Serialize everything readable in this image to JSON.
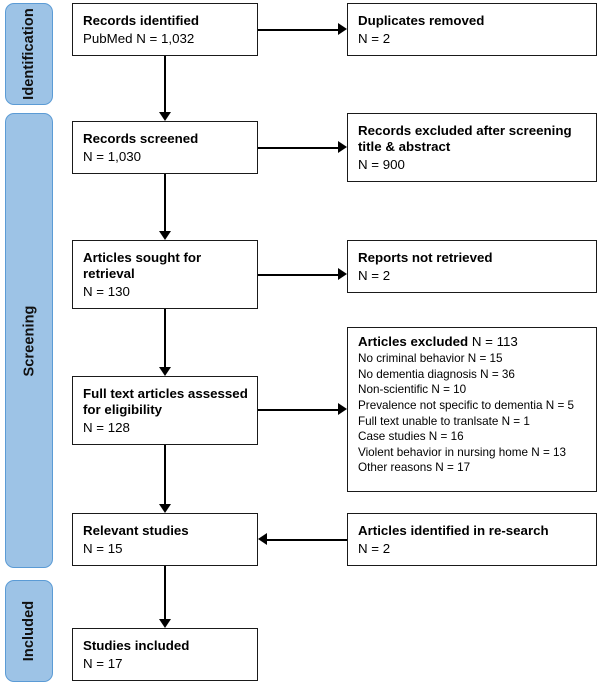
{
  "diagram": {
    "type": "prisma-flow-diagram",
    "accent_color": "#9DC3E6",
    "accent_border_color": "#5B9BD5",
    "line_color": "#000000"
  },
  "stages": [
    {
      "label": "Identification"
    },
    {
      "label": "Screening"
    },
    {
      "label": "Included"
    }
  ],
  "flow": [
    {
      "title": "Records identified",
      "count": "PubMed N = 1,032"
    },
    {
      "title": "Records screened",
      "count": "N = 1,030"
    },
    {
      "title": "Articles sought for retrieval",
      "count": "N = 130"
    },
    {
      "title": "Full text articles assessed for eligibility",
      "count": "N = 128"
    },
    {
      "title": "Relevant studies",
      "count": "N = 15"
    },
    {
      "title": "Studies included",
      "count": "N = 17"
    }
  ],
  "excluded": [
    {
      "title": "Duplicates removed",
      "count": "N = 2"
    },
    {
      "title": "Records excluded after screening title & abstract",
      "count": "N = 900"
    },
    {
      "title": "Reports not retrieved",
      "count": "N = 2"
    }
  ],
  "reasons_box": {
    "header_bold": "Articles excluded",
    "header_count": " N = 113",
    "items": [
      "No criminal behavior N = 15",
      "No dementia diagnosis N = 36",
      "Non-scientific N = 10",
      "Prevalence not specific to dementia N = 5",
      "Full text unable to tranlsate N = 1",
      "Case studies N = 16",
      "Violent behavior in nursing home N = 13",
      "Other reasons N = 17"
    ]
  },
  "added": {
    "title": "Articles identified in re-search",
    "count": "N = 2"
  }
}
